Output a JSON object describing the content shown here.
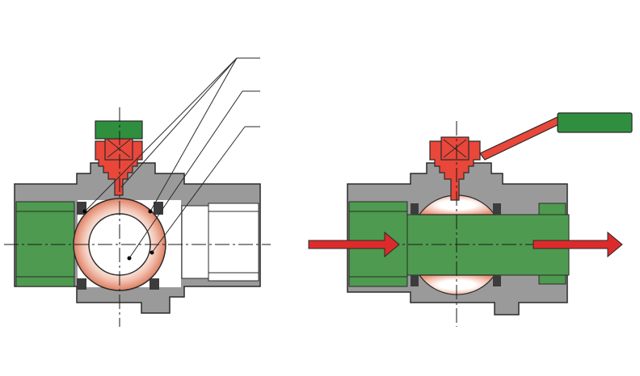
{
  "diagram": {
    "type": "ball-valve-cross-section",
    "views": [
      {
        "id": "closed",
        "state": "closed",
        "callout_lines": 3
      },
      {
        "id": "open",
        "state": "open",
        "flow": "left-to-right"
      }
    ],
    "colors": {
      "body": "#9a9a9a",
      "body_outline": "#2a2a2a",
      "thread": "#4e9a50",
      "stem": "#e8473a",
      "ball_outer": "#e9a791",
      "ball_inner": "#ffffff",
      "seal": "#3c3c3c",
      "handle": "#2f8f3f",
      "flow_arrow": "#dd2b2b",
      "centerline": "#1a1a1a"
    },
    "icons": [
      "flow-arrow-icon"
    ]
  }
}
